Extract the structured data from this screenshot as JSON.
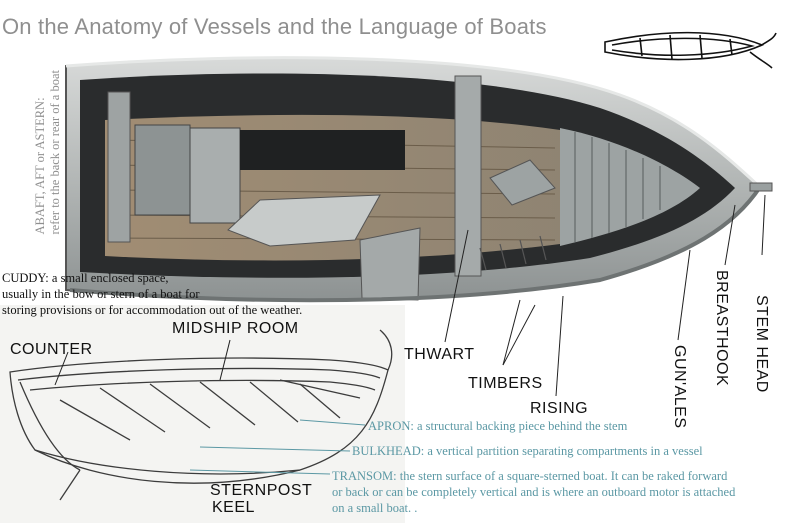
{
  "title": "On the Anatomy of Vessels and the Language of Boats",
  "side_note": {
    "line1": "ABAFT, AFT or ASTERN:",
    "line2": "refer to the back or  rear  of  a boat"
  },
  "cuddy": {
    "line1": "CUDDY: a small enclosed space,",
    "line2": "usually in the bow or stern of a boat for",
    "line3": "storing provisions or for accommodation out of the weather."
  },
  "labels": {
    "midship_room": "MIDSHIP ROOM",
    "counter": "COUNTER",
    "thwart": "THWART",
    "timbers": "TIMBERS",
    "rising": "RISING",
    "gunwales": "GUN'ALES",
    "breasthook": "BREASTHOOK",
    "stem_head": "STEM HEAD",
    "sternpost": "STERNPOST",
    "keel": "KEEL"
  },
  "definitions": {
    "apron": "APRON: a structural backing piece behind the stem",
    "bulkhead": "BULKHEAD: a vertical partition separating compartments in a vessel",
    "transom_line1": "TRANSOM: the stern surface of a square-sterned  boat. It can be raked forward",
    "transom_line2": "or back or can be completely vertical and is where an outboard motor is attached",
    "transom_line3": " on a small boat. ."
  },
  "colors": {
    "title_grey": "#8f8f8f",
    "teal_text": "#5b98a4",
    "boat_paint": "#b9bcbc",
    "hull_dark": "#232526"
  }
}
